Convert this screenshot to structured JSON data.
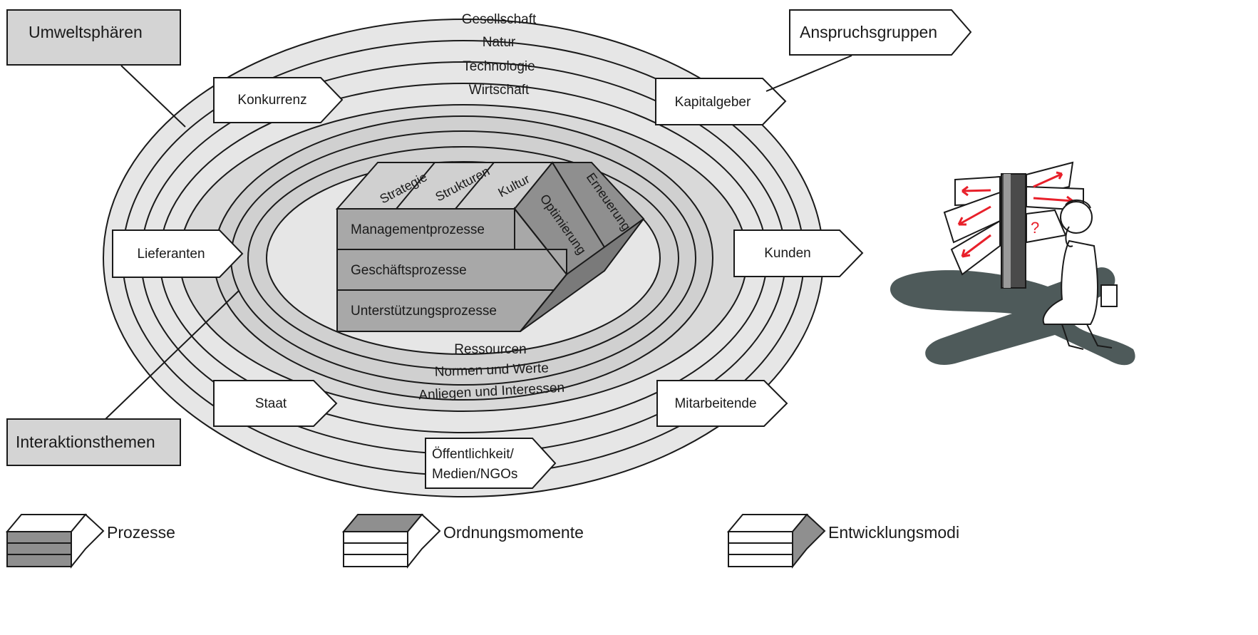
{
  "environment_spheres": {
    "title": "Umweltsphären",
    "rings": [
      "Gesellschaft",
      "Natur",
      "Technologie",
      "Wirtschaft"
    ]
  },
  "interaction_topics": {
    "title": "Interaktionsthemen",
    "rings": [
      "Ressourcen",
      "Normen und Werte",
      "Anliegen und Interessen"
    ]
  },
  "stakeholders": {
    "title": "Anspruchsgruppen",
    "groups": {
      "competition": "Konkurrenz",
      "capital": "Kapitalgeber",
      "suppliers": "Lieferanten",
      "customers": "Kunden",
      "state": "Staat",
      "employees": "Mitarbeitende",
      "public_line1": "Öffentlichkeit/",
      "public_line2": "Medien/NGOs"
    }
  },
  "organisation": {
    "processes": [
      "Managementprozesse",
      "Geschäftsprozesse",
      "Unterstützungsprozesse"
    ],
    "order_moments": [
      "Strategie",
      "Strukturen",
      "Kultur"
    ],
    "development_modes": [
      "Optimierung",
      "Erneuerung"
    ]
  },
  "legend": {
    "processes": "Prozesse",
    "order_moments": "Ordnungsmomente",
    "development_modes": "Entwicklungsmodi"
  },
  "signpost_question_mark": "?",
  "colors": {
    "ring_light": "#e6e6e6",
    "ring_mid": "#cfcfcf",
    "block_face": "#a8a8a8",
    "block_top": "#d0d0d0",
    "block_side_dark": "#7a7a7a",
    "label_box_fill": "#d4d4d4",
    "accent_red": "#e8202a",
    "shadow": "#4e5a5a"
  }
}
